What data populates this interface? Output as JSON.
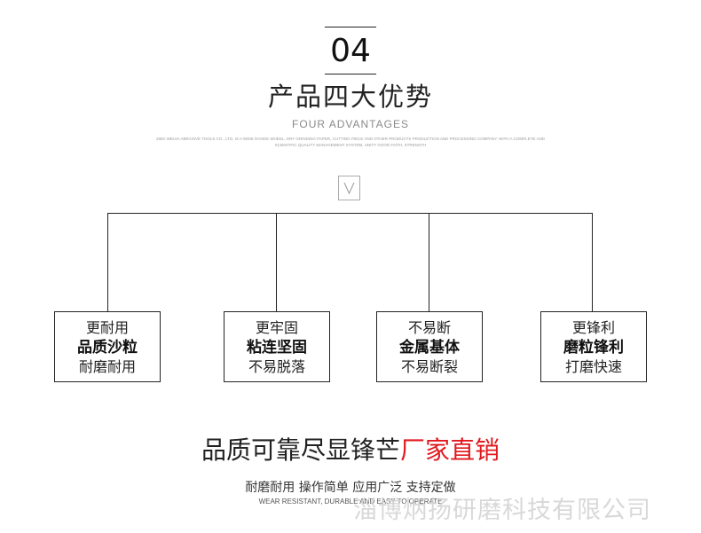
{
  "header": {
    "section_number": "04",
    "title_cn": "产品四大优势",
    "title_en": "FOUR ADVANTAGES",
    "fine_print_line1": "ZIBO WEIJIA ABRASIVE TOOLS CO., LTD. IS A WIDE RANGE WHEEL, DRY GRINDING PAPER, CUTTING PIECE AND OTHER PRODUCTS PRODUCTION AND PROCESSING COMPANY, WITH A COMPLETE AND",
    "fine_print_line2": "SCIENTIFIC QUALITY MANAGEMENT SYSTEM, UNITY GOOD FAITH, STRENGTH"
  },
  "divider": {
    "icon": "chevron-down-icon",
    "border_color": "#aaaaaa"
  },
  "features": [
    {
      "top": "更耐用",
      "main": "品质沙粒",
      "bottom": "耐磨耐用"
    },
    {
      "top": "更牢固",
      "main": "粘连坚固",
      "bottom": "不易脱落"
    },
    {
      "top": "不易断",
      "main": "金属基体",
      "bottom": "不易断裂"
    },
    {
      "top": "更锋利",
      "main": "磨粒锋利",
      "bottom": "打磨快速"
    }
  ],
  "slogan": {
    "main": "品质可靠尽显锋芒",
    "highlight": "厂家直销",
    "highlight_color": "#e0191e",
    "sub_cn": "耐磨耐用 操作简单 应用广泛 支持定做",
    "sub_en": "WEAR RESISTANT, DURABLE AND EASY TO OPERATE"
  },
  "watermark": {
    "text": "淄博炳扬研磨科技有限公司"
  },
  "colors": {
    "line": "#222222",
    "text": "#222222"
  }
}
